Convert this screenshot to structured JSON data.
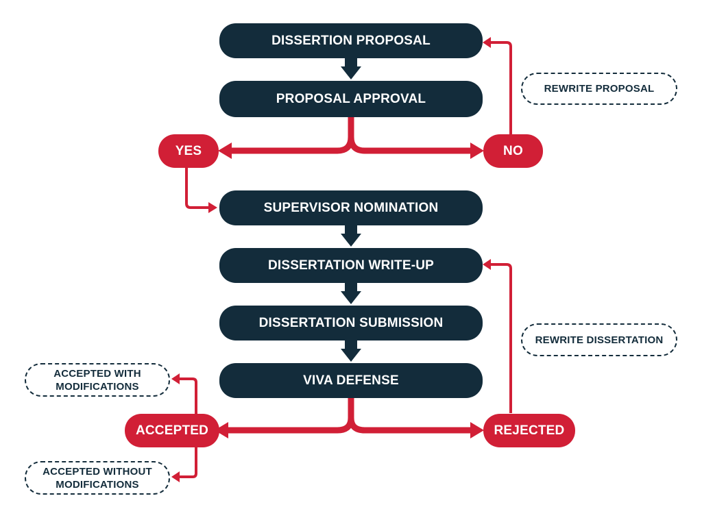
{
  "colors": {
    "step_bg": "#132c3b",
    "decision_bg": "#d11f36",
    "connector_red": "#d11f36",
    "connector_dark": "#132c3b",
    "note_border": "#132c3b",
    "text_light": "#ffffff"
  },
  "steps": {
    "dissertion_proposal": "DISSERTION PROPOSAL",
    "proposal_approval": "PROPOSAL APPROVAL",
    "supervisor_nomination": "SUPERVISOR NOMINATION",
    "dissertation_write_up": "DISSERTATION WRITE-UP",
    "dissertation_submission": "DISSERTATION SUBMISSION",
    "viva_defense": "VIVA DEFENSE"
  },
  "decisions": {
    "yes": "YES",
    "no": "NO",
    "accepted": "ACCEPTED",
    "rejected": "REJECTED"
  },
  "notes": {
    "rewrite_proposal": "REWRITE PROPOSAL",
    "rewrite_dissertation": "REWRITE DISSERTATION",
    "accepted_with_modifications": "ACCEPTED WITH\nMODIFICATIONS",
    "accepted_without_modifications": "ACCEPTED WITHOUT\nMODIFICATIONS"
  }
}
